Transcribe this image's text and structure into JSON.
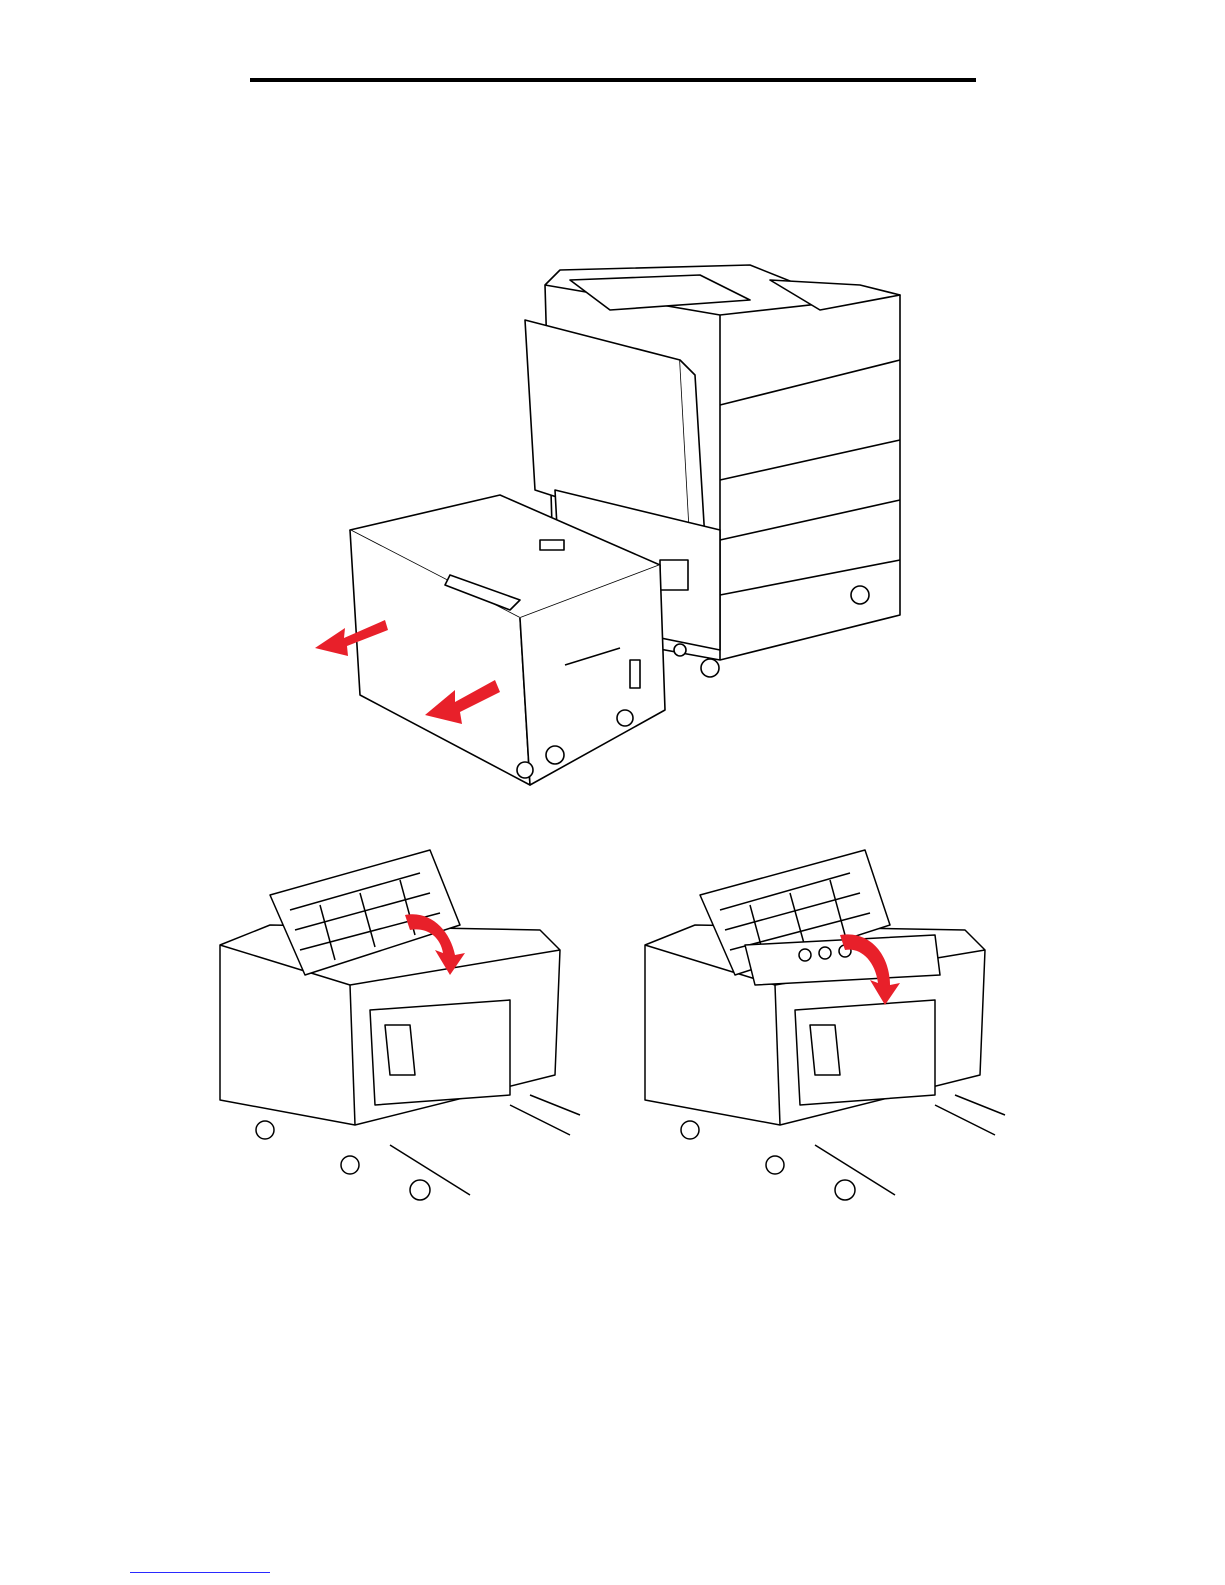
{
  "page": {
    "section": "paper-jam-clearing-instructions",
    "figures": [
      {
        "id": "fig-pull-feeder",
        "depicts": "printer-with-high-capacity-feeder-pulled-away"
      },
      {
        "id": "fig-open-cover",
        "depicts": "feeder-top-cover-opening"
      },
      {
        "id": "fig-open-inner-cover",
        "depicts": "feeder-inner-cover-opening"
      }
    ],
    "colors": {
      "arrow": "#e8202a",
      "line": "#000000",
      "link": "#2a2aff"
    }
  }
}
